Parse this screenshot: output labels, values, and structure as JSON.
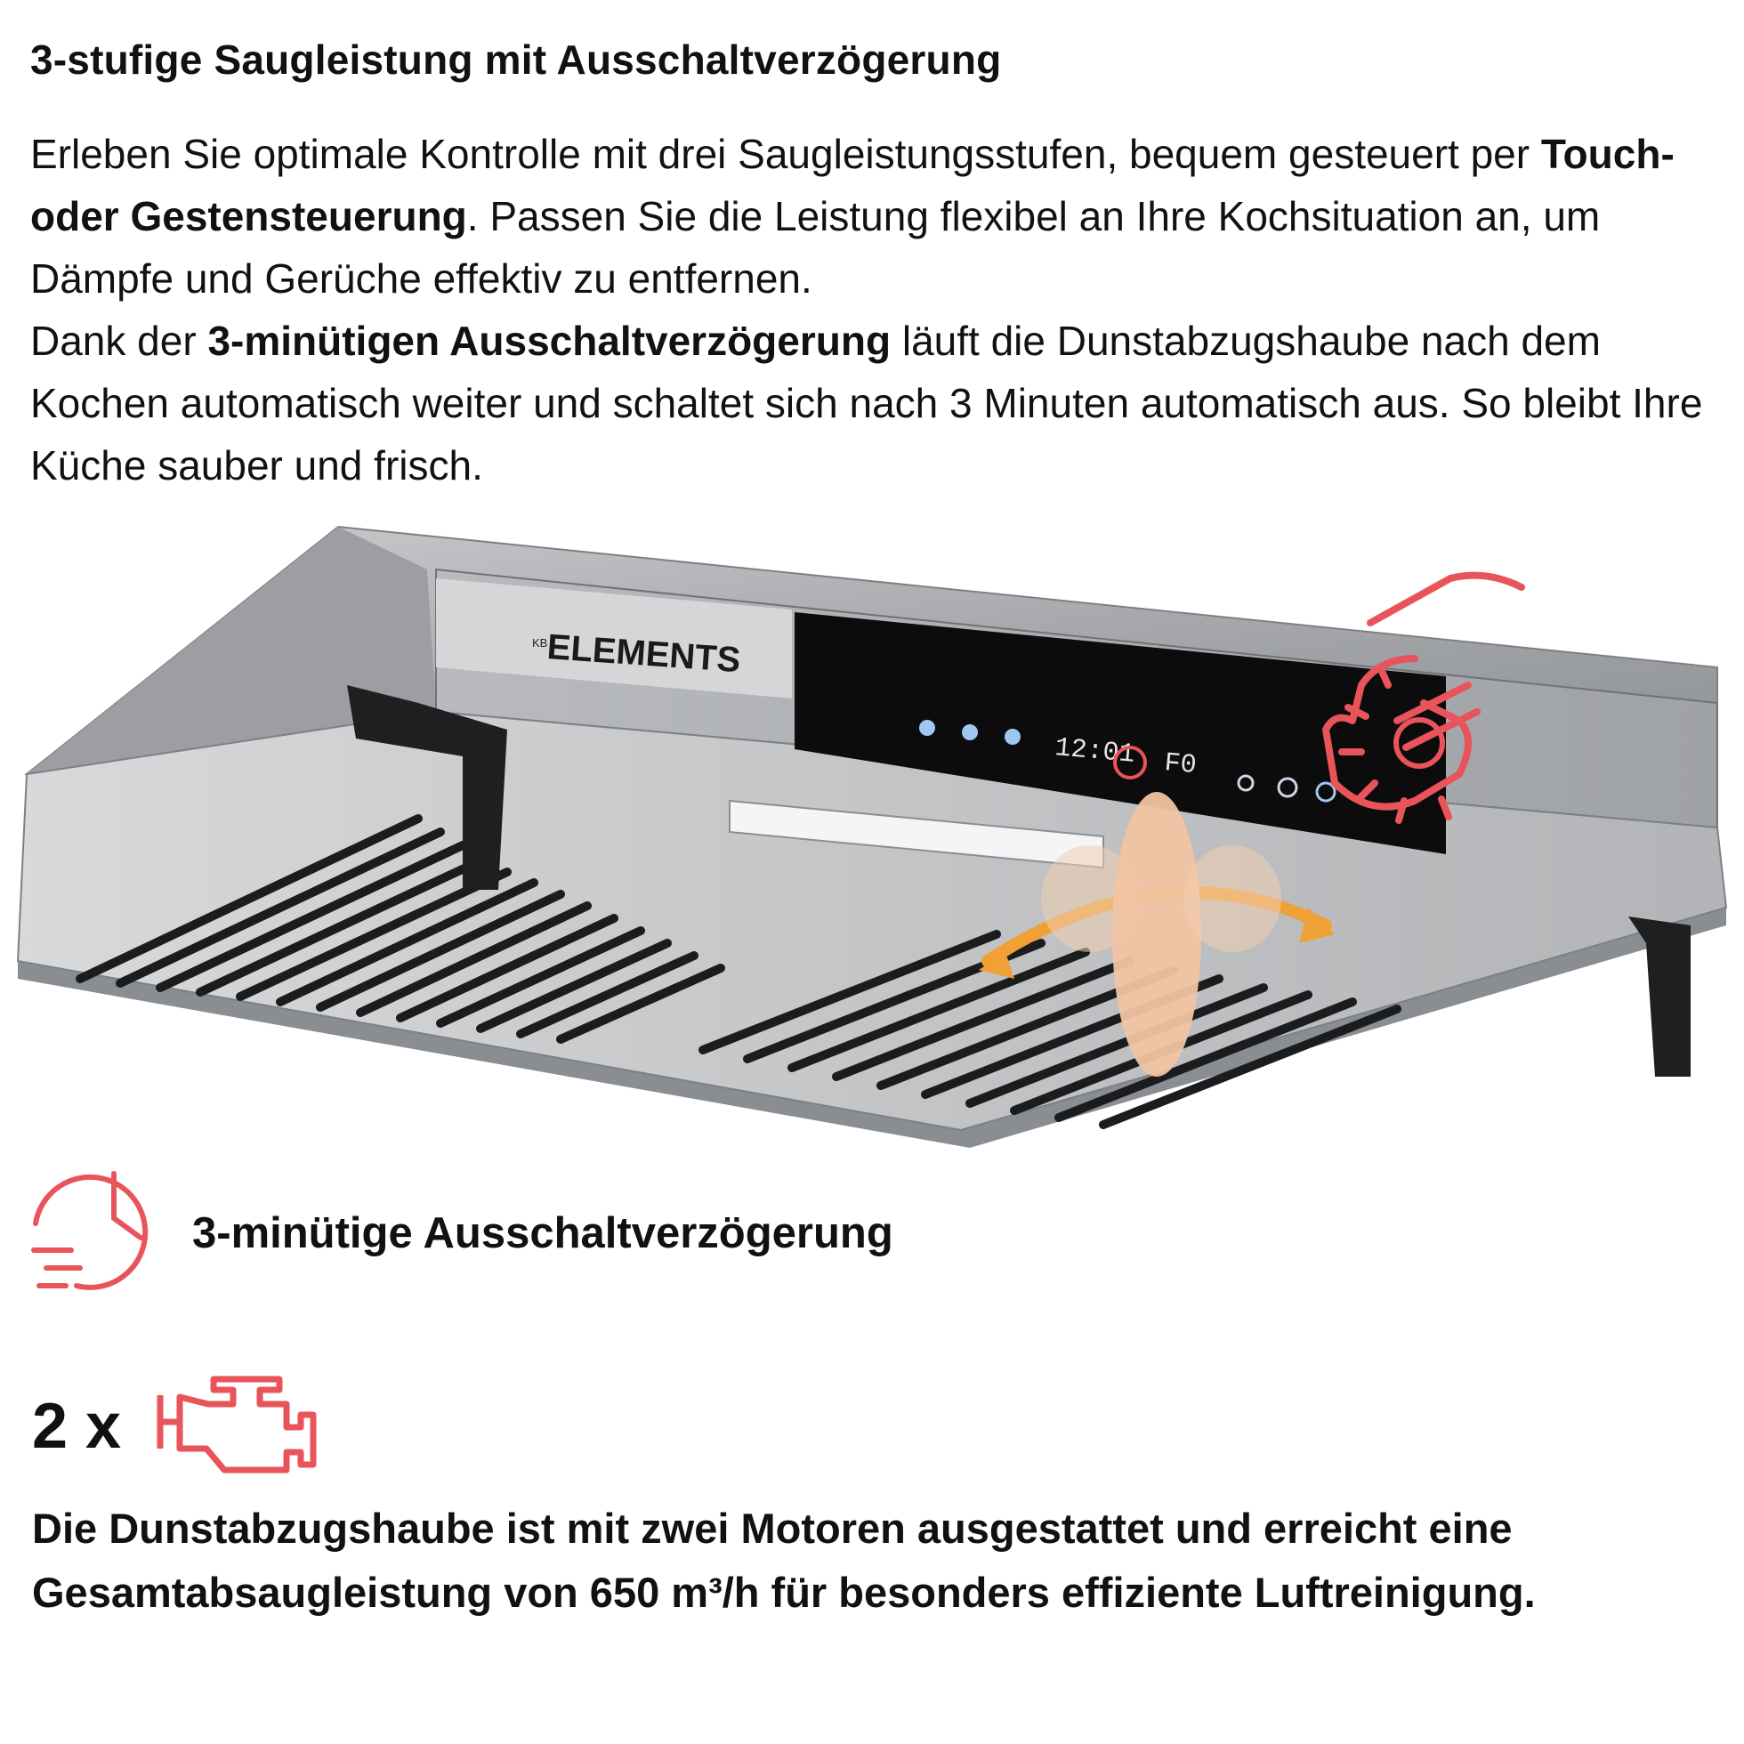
{
  "heading": "3-stufige Saugleistung mit Ausschaltverzögerung",
  "intro": {
    "p1_a": "Erleben Sie optimale Kontrolle mit drei Saugleistungsstufen, bequem gesteuert per ",
    "p1_bold": "Touch- oder Gestensteuerung",
    "p1_b": ". Passen Sie die Leistung flexibel an Ihre Kochsituation an, um Dämpfe und Gerüche effektiv zu entfernen.",
    "p2_a": "Dank der ",
    "p2_bold": "3-minütigen Ausschaltverzögerung",
    "p2_b": " läuft die Dunstabzugshaube nach dem Kochen automatisch weiter und schaltet sich nach 3 Minuten automatisch aus. So bleibt Ihre Küche sauber und frisch."
  },
  "product": {
    "brand_small": "KB",
    "brand": "ELEMENTS",
    "display_time": "12:01",
    "display_code": "F0",
    "accent_color": "#e8545a",
    "gesture_color": "#f0a035"
  },
  "feature": {
    "icon": "fast-clock-icon",
    "label": "3-minütige Ausschaltverzögerung"
  },
  "motors": {
    "count": "2 x",
    "icon": "engine-icon",
    "description": "Die Dunstabzugshaube ist mit zwei Motoren ausgestattet und erreicht eine Gesamtabsaugleistung von 650 m³/h für besonders effiziente Luftreinigung."
  }
}
